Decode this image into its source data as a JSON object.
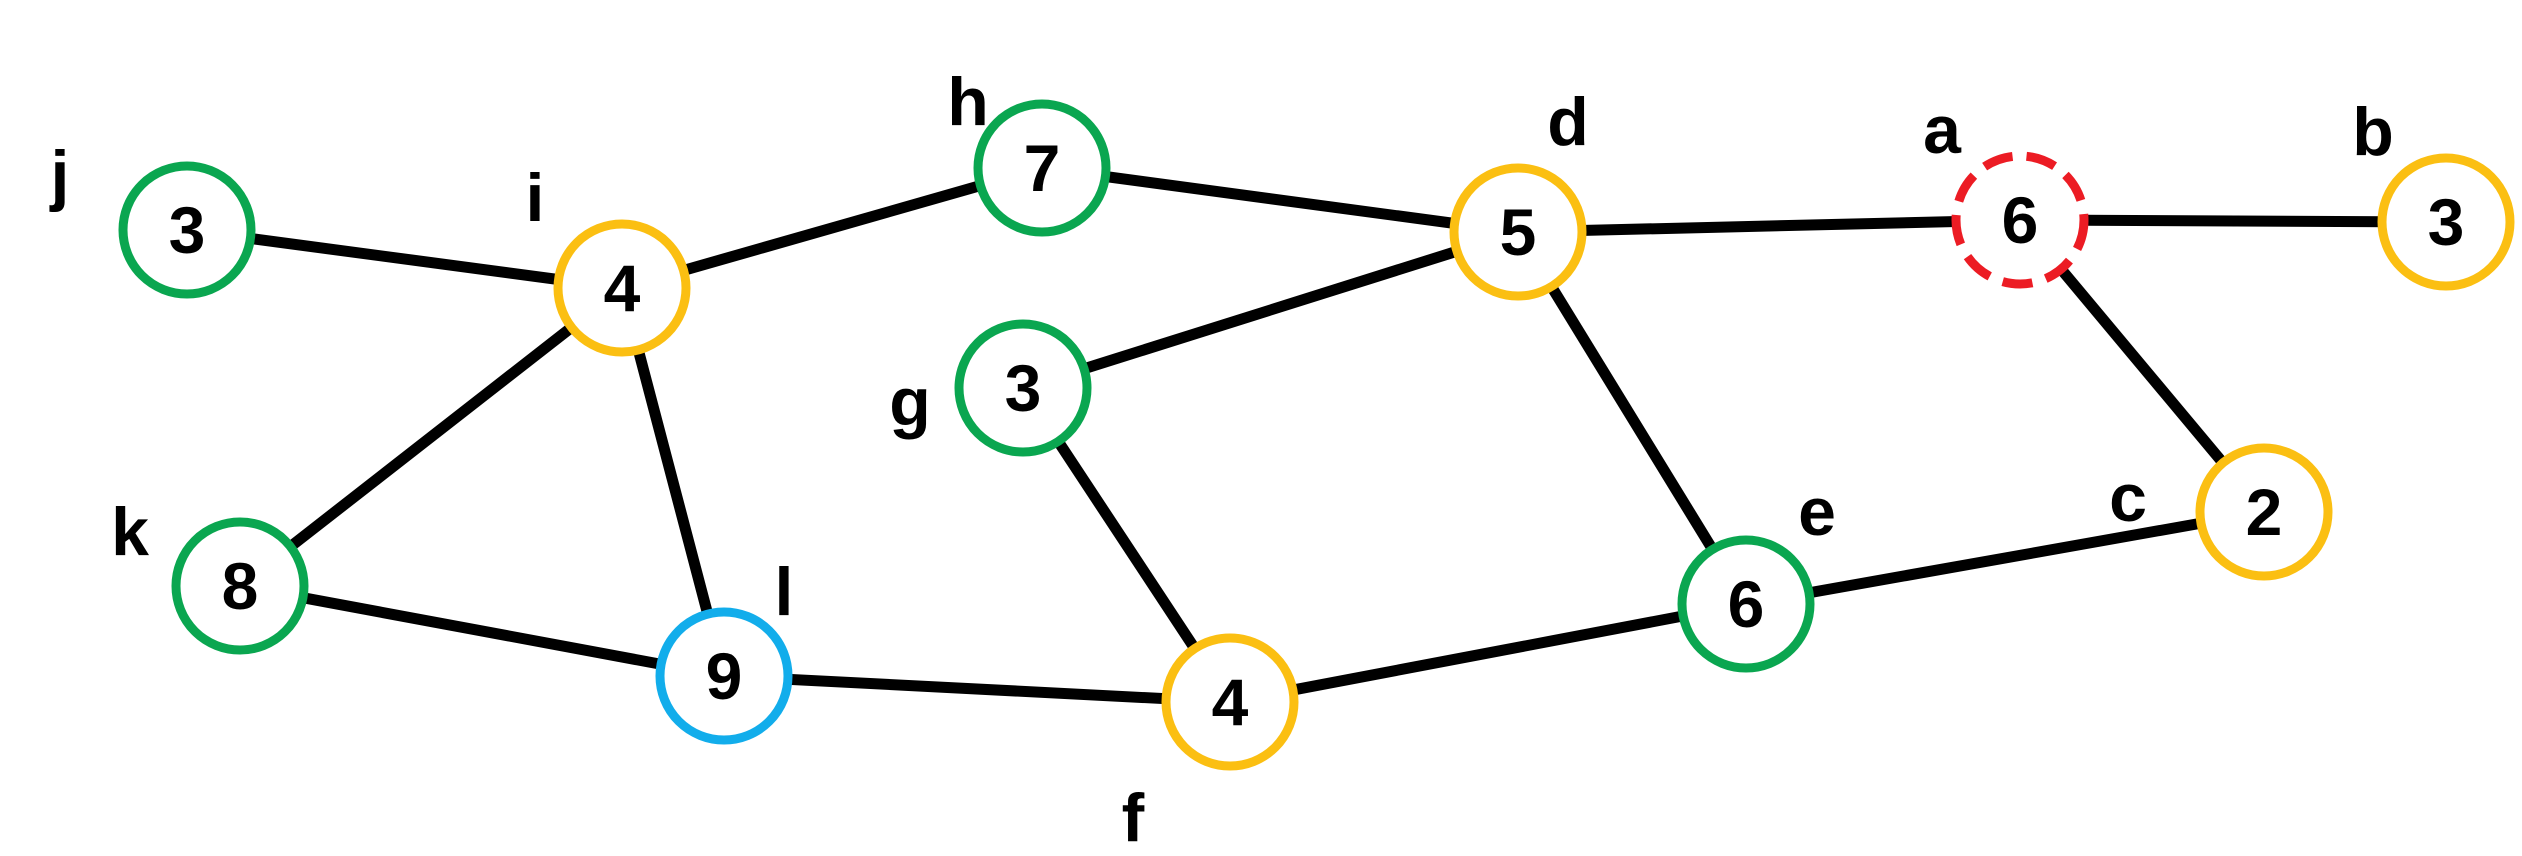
{
  "colors": {
    "green": "#0aa650",
    "orange": "#fbbf12",
    "blue": "#12adeb",
    "red": "#ec1c24"
  },
  "nodes": [
    {
      "id": "j",
      "label": "j",
      "value": "3",
      "color": "green",
      "border": "solid"
    },
    {
      "id": "i",
      "label": "i",
      "value": "4",
      "color": "orange",
      "border": "solid"
    },
    {
      "id": "h",
      "label": "h",
      "value": "7",
      "color": "green",
      "border": "solid"
    },
    {
      "id": "d",
      "label": "d",
      "value": "5",
      "color": "orange",
      "border": "solid"
    },
    {
      "id": "a",
      "label": "a",
      "value": "6",
      "color": "red",
      "border": "dashed"
    },
    {
      "id": "b",
      "label": "b",
      "value": "3",
      "color": "orange",
      "border": "solid"
    },
    {
      "id": "g",
      "label": "g",
      "value": "3",
      "color": "green",
      "border": "solid"
    },
    {
      "id": "k",
      "label": "k",
      "value": "8",
      "color": "green",
      "border": "solid"
    },
    {
      "id": "l",
      "label": "l",
      "value": "9",
      "color": "blue",
      "border": "solid"
    },
    {
      "id": "f",
      "label": "f",
      "value": "4",
      "color": "orange",
      "border": "solid"
    },
    {
      "id": "e",
      "label": "e",
      "value": "6",
      "color": "green",
      "border": "solid"
    },
    {
      "id": "c",
      "label": "c",
      "value": "2",
      "color": "orange",
      "border": "solid"
    }
  ],
  "edges": [
    [
      "j",
      "i"
    ],
    [
      "i",
      "h"
    ],
    [
      "h",
      "d"
    ],
    [
      "d",
      "a"
    ],
    [
      "a",
      "b"
    ],
    [
      "a",
      "c"
    ],
    [
      "g",
      "d"
    ],
    [
      "g",
      "f"
    ],
    [
      "d",
      "e"
    ],
    [
      "e",
      "c"
    ],
    [
      "f",
      "e"
    ],
    [
      "l",
      "f"
    ],
    [
      "i",
      "l"
    ],
    [
      "i",
      "k"
    ],
    [
      "k",
      "l"
    ]
  ]
}
